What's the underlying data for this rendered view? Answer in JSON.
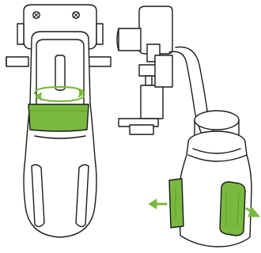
{
  "colors": {
    "outline": "#1a1a1a",
    "fill": "#ffffff",
    "accent_green": "#7ab93f",
    "accent_green_dark": "#5e9a2b"
  },
  "views": {
    "front": {
      "name": "front-view",
      "parts": [
        "phone-clamp",
        "mounting-arm",
        "cup-holder-body",
        "rotation-knob",
        "rubber-grip-pad"
      ]
    },
    "side": {
      "name": "side-view",
      "parts": [
        "phone-cradle",
        "gooseneck-arm",
        "cup-holder-body",
        "expandable-side-pads"
      ]
    }
  },
  "arrows": {
    "rotation": {
      "icon": "rotate-arrows-icon"
    },
    "expand_left": {
      "icon": "arrow-left-icon"
    },
    "expand_right": {
      "icon": "arrow-right-icon"
    }
  }
}
